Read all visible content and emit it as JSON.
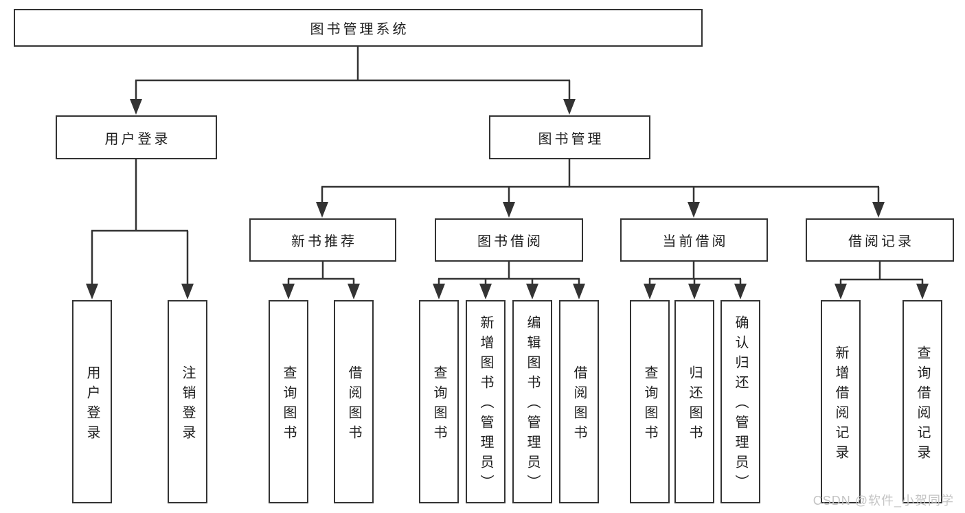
{
  "diagram": {
    "title_node": "图书管理系统",
    "level2": {
      "user_login": "用户登录",
      "book_mgmt": "图书管理"
    },
    "level3": {
      "new_book_rec": "新书推荐",
      "book_borrow": "图书借阅",
      "current_borrow": "当前借阅",
      "borrow_record": "借阅记录"
    },
    "leaves": {
      "ul_login": "用户登录",
      "ul_logout": "注销登录",
      "nb_query": "查询图书",
      "nb_borrow": "借阅图书",
      "bb_query": "查询图书",
      "bb_add": "新增图书（管理员）",
      "bb_edit": "编辑图书（管理员）",
      "bb_borrow": "借阅图书",
      "cb_query": "查询图书",
      "cb_return": "归还图书",
      "cb_confirm": "确认归还（管理员）",
      "br_add": "新增借阅记录",
      "br_query": "查询借阅记录"
    },
    "colors": {
      "line": "#333333",
      "box_border": "#333333",
      "text": "#1f1f1f",
      "watermark": "#c4c4c4"
    }
  },
  "watermark": "CSDN @软件_小贺同学"
}
